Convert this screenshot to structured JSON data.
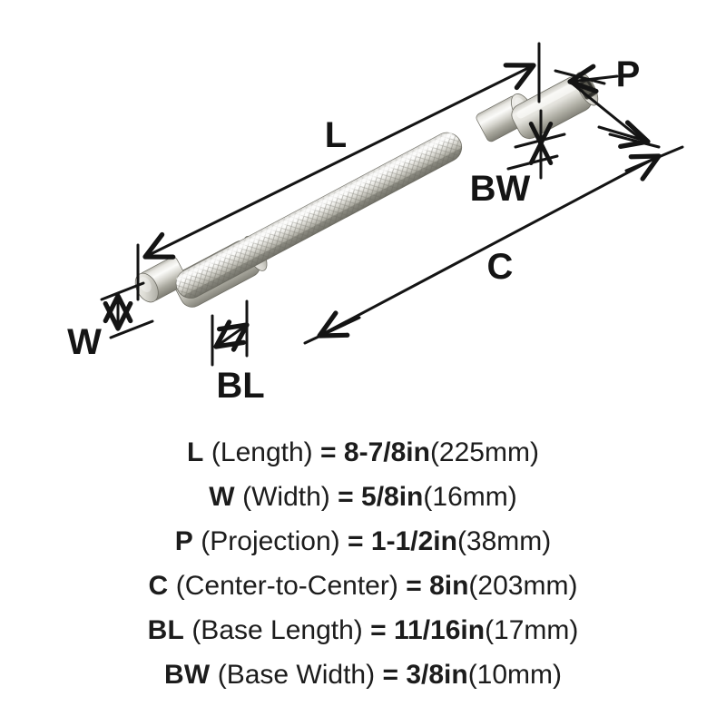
{
  "product": {
    "type": "cabinet-bar-pull",
    "finish_name": "satin-nickel",
    "bar_texture": "knurled"
  },
  "colors": {
    "background": "#ffffff",
    "line": "#141414",
    "text": "#1c1c1c",
    "metal_light": "#f2f1ee",
    "metal_mid": "#cfcec8",
    "metal_dark": "#9a998f",
    "metal_shadow": "#6f6e66",
    "socket_dark": "#3a3a36"
  },
  "diagram": {
    "labels": {
      "length": "L",
      "width": "W",
      "projection": "P",
      "center_to_center": "C",
      "base_length": "BL",
      "base_width": "BW"
    }
  },
  "legend": {
    "rows": [
      {
        "symbol": "L",
        "name": "(Length)",
        "equals": "=",
        "imperial": "8-7/8in",
        "metric": "(225mm)"
      },
      {
        "symbol": "W",
        "name": "(Width)",
        "equals": "=",
        "imperial": "5/8in",
        "metric": "(16mm)"
      },
      {
        "symbol": "P",
        "name": "(Projection)",
        "equals": "=",
        "imperial": "1-1/2in",
        "metric": "(38mm)"
      },
      {
        "symbol": "C",
        "name": "(Center-to-Center)",
        "equals": "=",
        "imperial": "8in",
        "metric": "(203mm)"
      },
      {
        "symbol": "BL",
        "name": "(Base Length)",
        "equals": "=",
        "imperial": "11/16in",
        "metric": "(17mm)"
      },
      {
        "symbol": "BW",
        "name": "(Base Width)",
        "equals": "=",
        "imperial": "3/8in",
        "metric": "(10mm)"
      }
    ]
  }
}
